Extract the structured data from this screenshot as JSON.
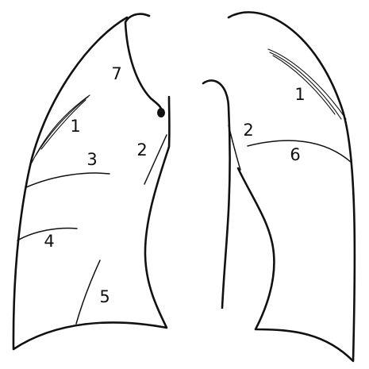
{
  "diagram": {
    "labels": {
      "right_lung_1": "1",
      "right_lung_2": "2",
      "right_lung_3": "3",
      "right_lung_4": "4",
      "right_lung_5": "5",
      "right_lung_7": "7",
      "left_lung_1": "1",
      "left_lung_2": "2",
      "left_lung_6": "6"
    }
  }
}
